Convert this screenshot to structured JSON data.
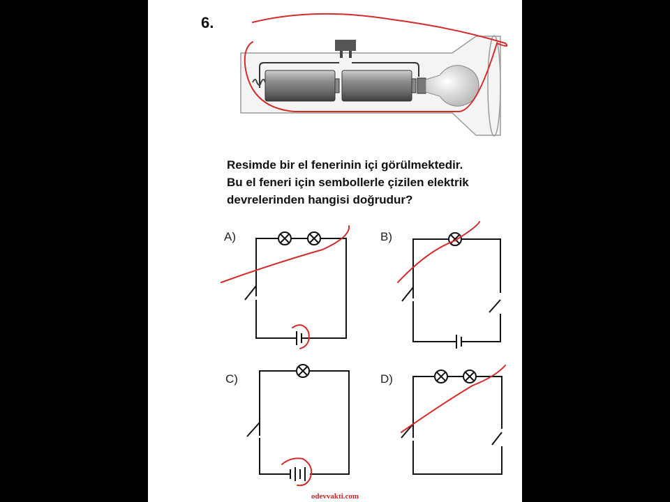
{
  "question": {
    "number": "6.",
    "lines": [
      "Resimde bir el fenerinin içi görülmektedir.",
      "Bu el feneri için sembollerle çizilen elektrik",
      "devrelerinden hangisi doğrudur?"
    ]
  },
  "options": [
    "A)",
    "B)",
    "C)",
    "D)"
  ],
  "footer": "odevvakti.com",
  "colors": {
    "annotation": "#d42a2a",
    "ink": "#111111",
    "background": "#000000",
    "paper": "#ffffff"
  }
}
